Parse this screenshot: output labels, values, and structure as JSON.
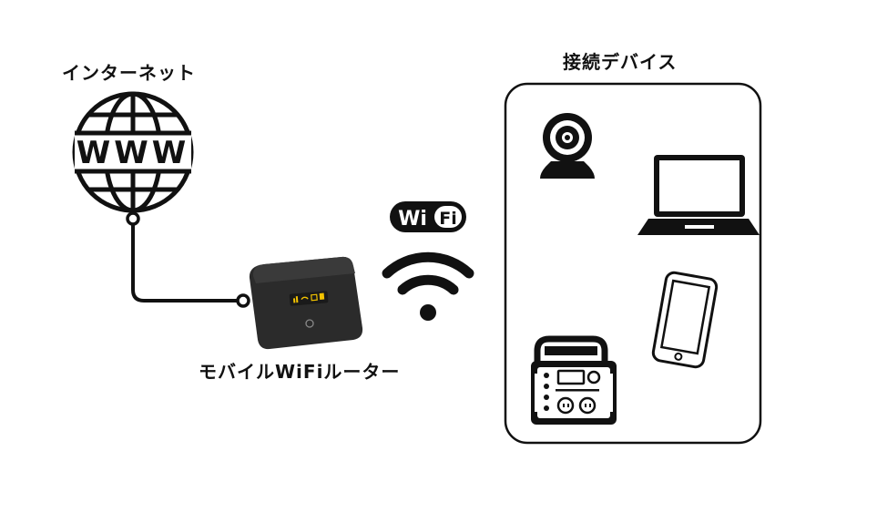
{
  "labels": {
    "internet": "インターネット",
    "devices": "接続デバイス",
    "router": "モバイルWiFiルーター"
  },
  "globe": {
    "text": "WWW"
  },
  "wifi_logo": {
    "text_wi": "Wi",
    "text_fi": "Fi"
  },
  "icons": {
    "globe": "globe-icon",
    "router": "mobile-router-icon",
    "wifi_logo": "wifi-logo-icon",
    "wifi_signal": "wifi-signal-icon",
    "webcam": "webcam-icon",
    "laptop": "laptop-icon",
    "tablet": "tablet-icon",
    "power_station": "portable-power-station-icon"
  },
  "colors": {
    "stroke": "#111111",
    "router_body": "#2b2b2b",
    "router_led": "#f2c200",
    "background": "#ffffff"
  }
}
